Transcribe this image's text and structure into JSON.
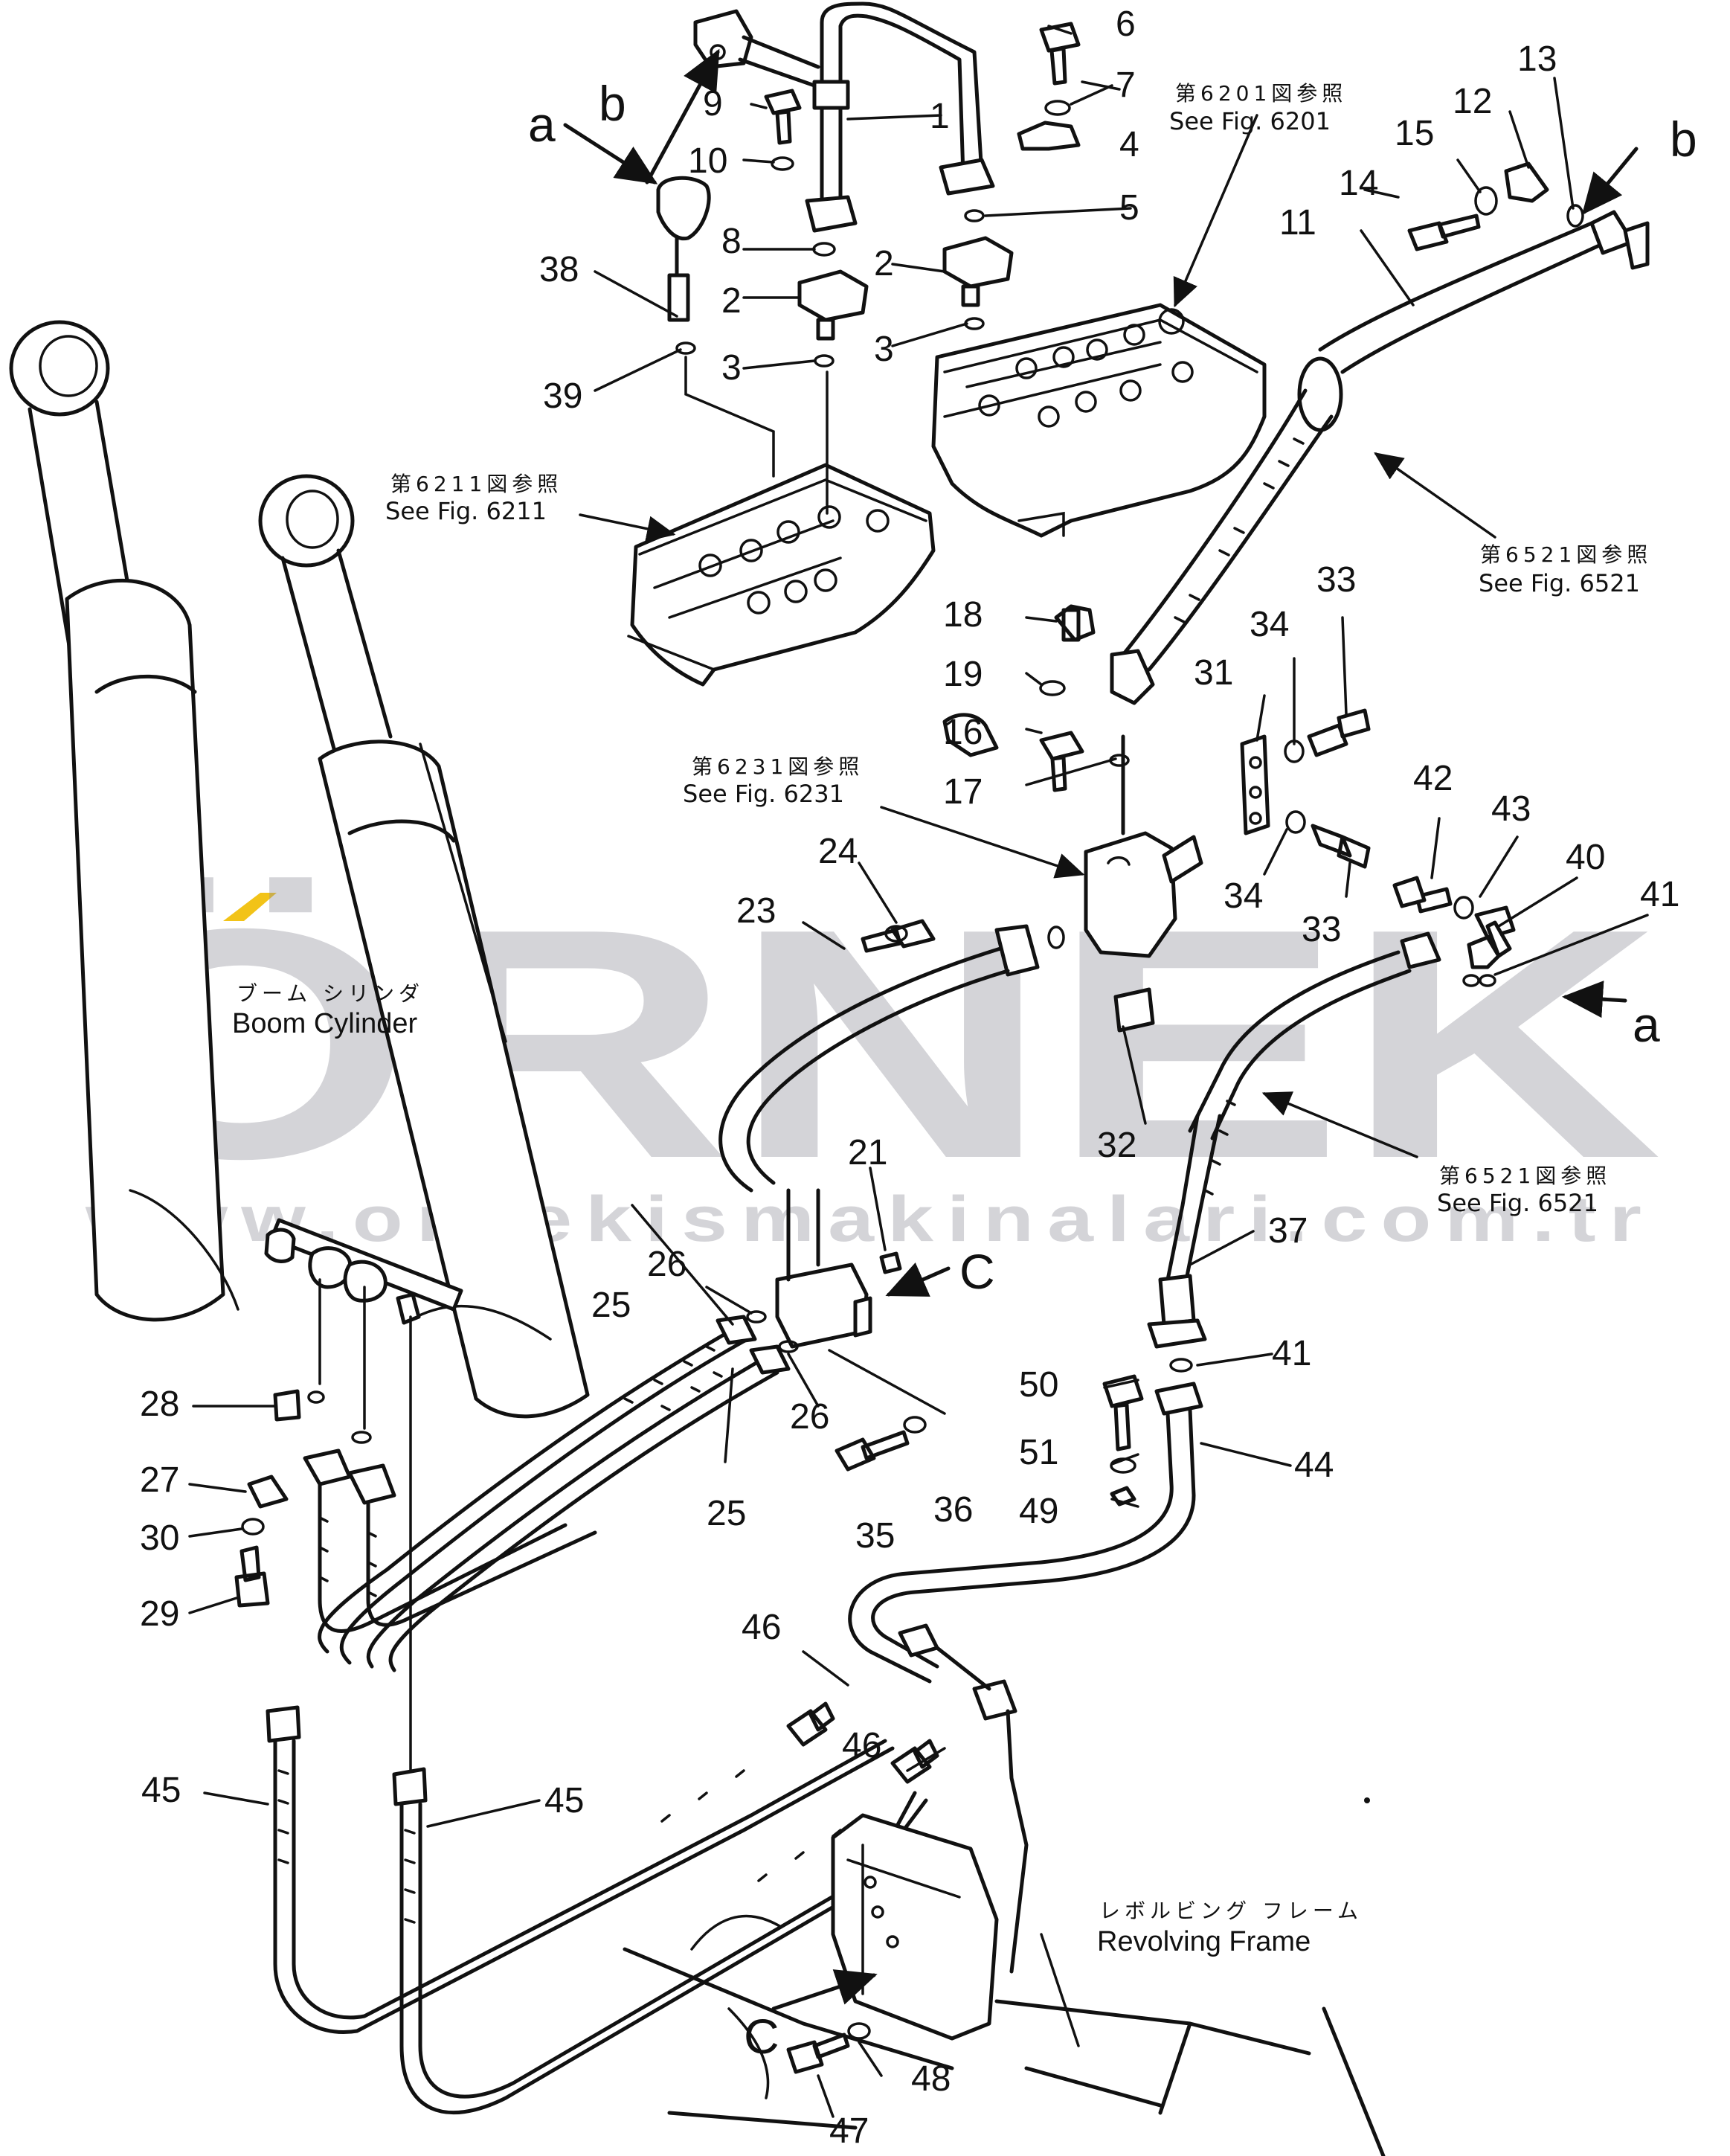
{
  "watermark": {
    "brand": "ÖRNEK",
    "url": "www.ornekismakinalari.com.tr",
    "accent_color": "#f2c318",
    "text_color": "#8e8e98"
  },
  "references": {
    "fig6201_jp": "第6201図参照",
    "fig6201_en": "See Fig. 6201",
    "fig6211_jp": "第6211図参照",
    "fig6211_en": "See Fig. 6211",
    "fig6231_jp": "第6231図参照",
    "fig6231_en": "See Fig. 6231",
    "fig6521a_jp": "第6521図参照",
    "fig6521a_en": "See Fig. 6521",
    "fig6521b_jp": "第6521図参照",
    "fig6521b_en": "See Fig. 6521"
  },
  "captions": {
    "boom_jp": "ブーム シリンダ",
    "boom_en": "Boom Cylinder",
    "frame_jp": "レボルビング フレーム",
    "frame_en": "Revolving Frame"
  },
  "letters": {
    "a": "a",
    "b_left": "b",
    "b_right": "b",
    "c_mid": "C",
    "c_bottom": "C",
    "a_right": "a"
  },
  "callouts": {
    "p1": "1",
    "p2a": "2",
    "p2b": "2",
    "p3a": "3",
    "p3b": "3",
    "p4": "4",
    "p5": "5",
    "p6": "6",
    "p7": "7",
    "p8": "8",
    "p9": "9",
    "p10": "10",
    "p11": "11",
    "p12": "12",
    "p13": "13",
    "p14": "14",
    "p15": "15",
    "p16": "16",
    "p17": "17",
    "p18": "18",
    "p19": "19",
    "p21": "21",
    "p23": "23",
    "p24": "24",
    "p25a": "25",
    "p25b": "25",
    "p26a": "26",
    "p26b": "26",
    "p27": "27",
    "p28": "28",
    "p29": "29",
    "p30": "30",
    "p31": "31",
    "p32": "32",
    "p33a": "33",
    "p33b": "33",
    "p34a": "34",
    "p34b": "34",
    "p35": "35",
    "p36": "36",
    "p37": "37",
    "p38": "38",
    "p39": "39",
    "p40": "40",
    "p41a": "41",
    "p41b": "41",
    "p42": "42",
    "p43": "43",
    "p44": "44",
    "p45a": "45",
    "p45b": "45",
    "p46a": "46",
    "p46b": "46",
    "p47": "47",
    "p48": "48",
    "p49": "49",
    "p50": "50",
    "p51": "51"
  }
}
